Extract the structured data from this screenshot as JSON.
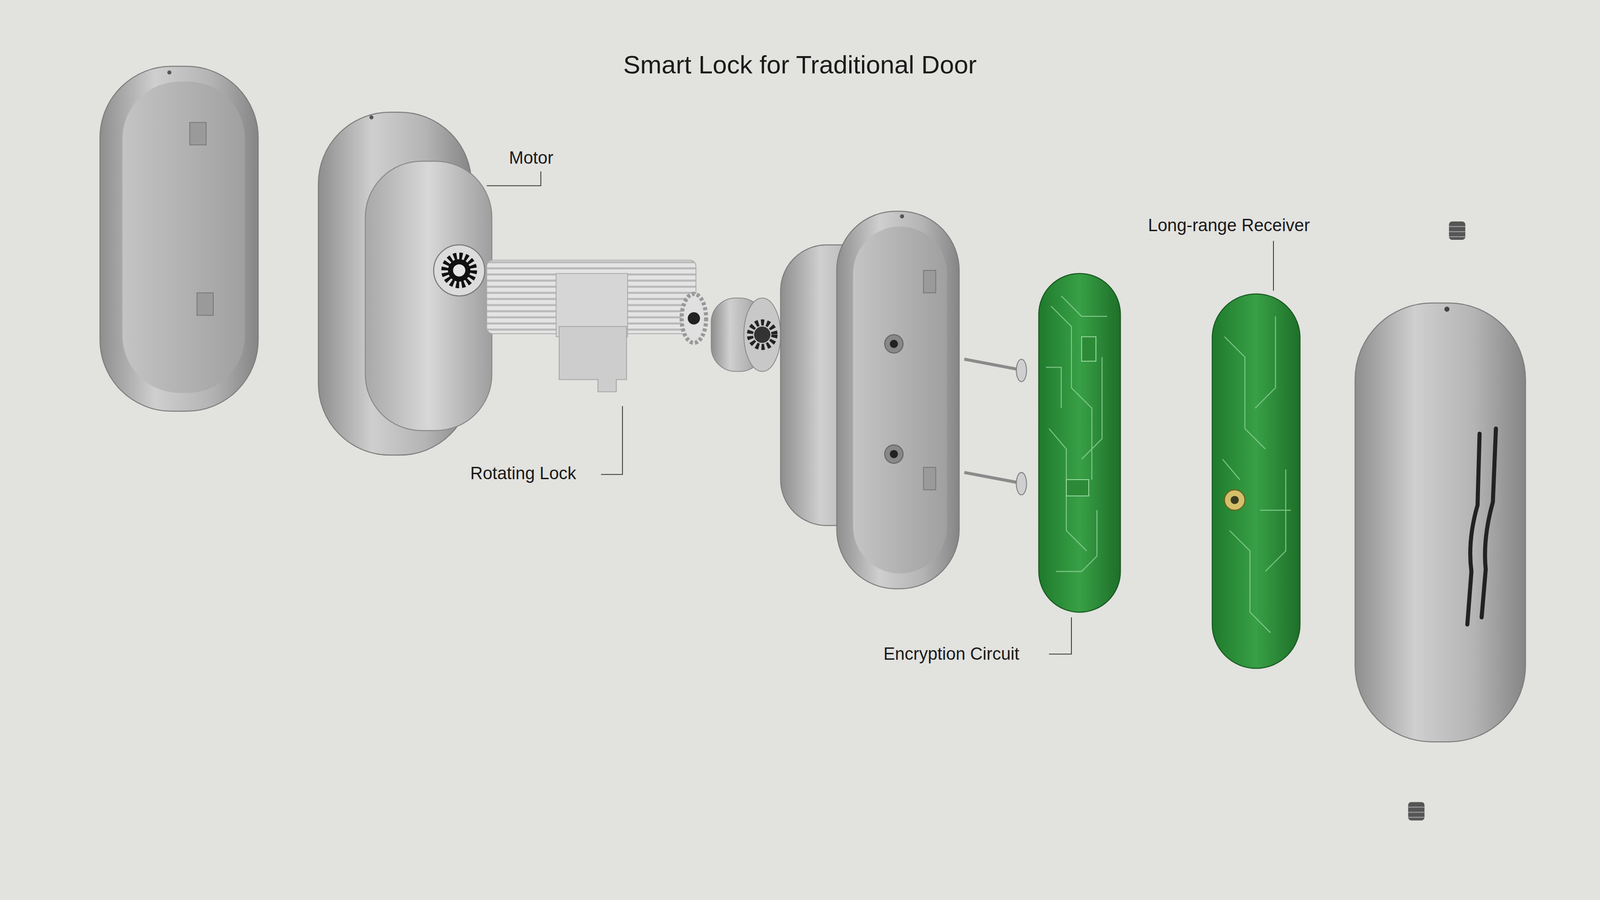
{
  "diagram": {
    "title": "Smart Lock for Traditional Door",
    "labels": [
      "Motor",
      "Rotating Lock",
      "Encryption Circuit",
      "Long-range Receiver"
    ]
  }
}
